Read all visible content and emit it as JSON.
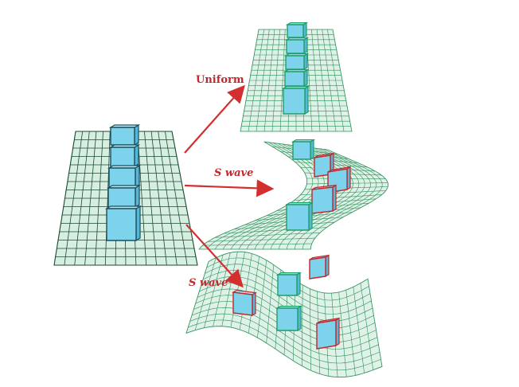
{
  "labels": {
    "uniform": "Uniform",
    "s_wave_middle": "S wave",
    "s_wave_bottom": "S wave"
  },
  "colors": {
    "grid_fill": "#dff2e7",
    "grid_line": "#2f8f5b",
    "grid_line_dark": "#1e4a34",
    "block_face": "#7ed3ec",
    "block_top": "#b9ecf9",
    "block_side": "#56b7d6",
    "block_edge_green": "#1e9e6a",
    "block_edge_red": "#c0272d",
    "arrow": "#d32f2f",
    "label": "#c0272d"
  }
}
